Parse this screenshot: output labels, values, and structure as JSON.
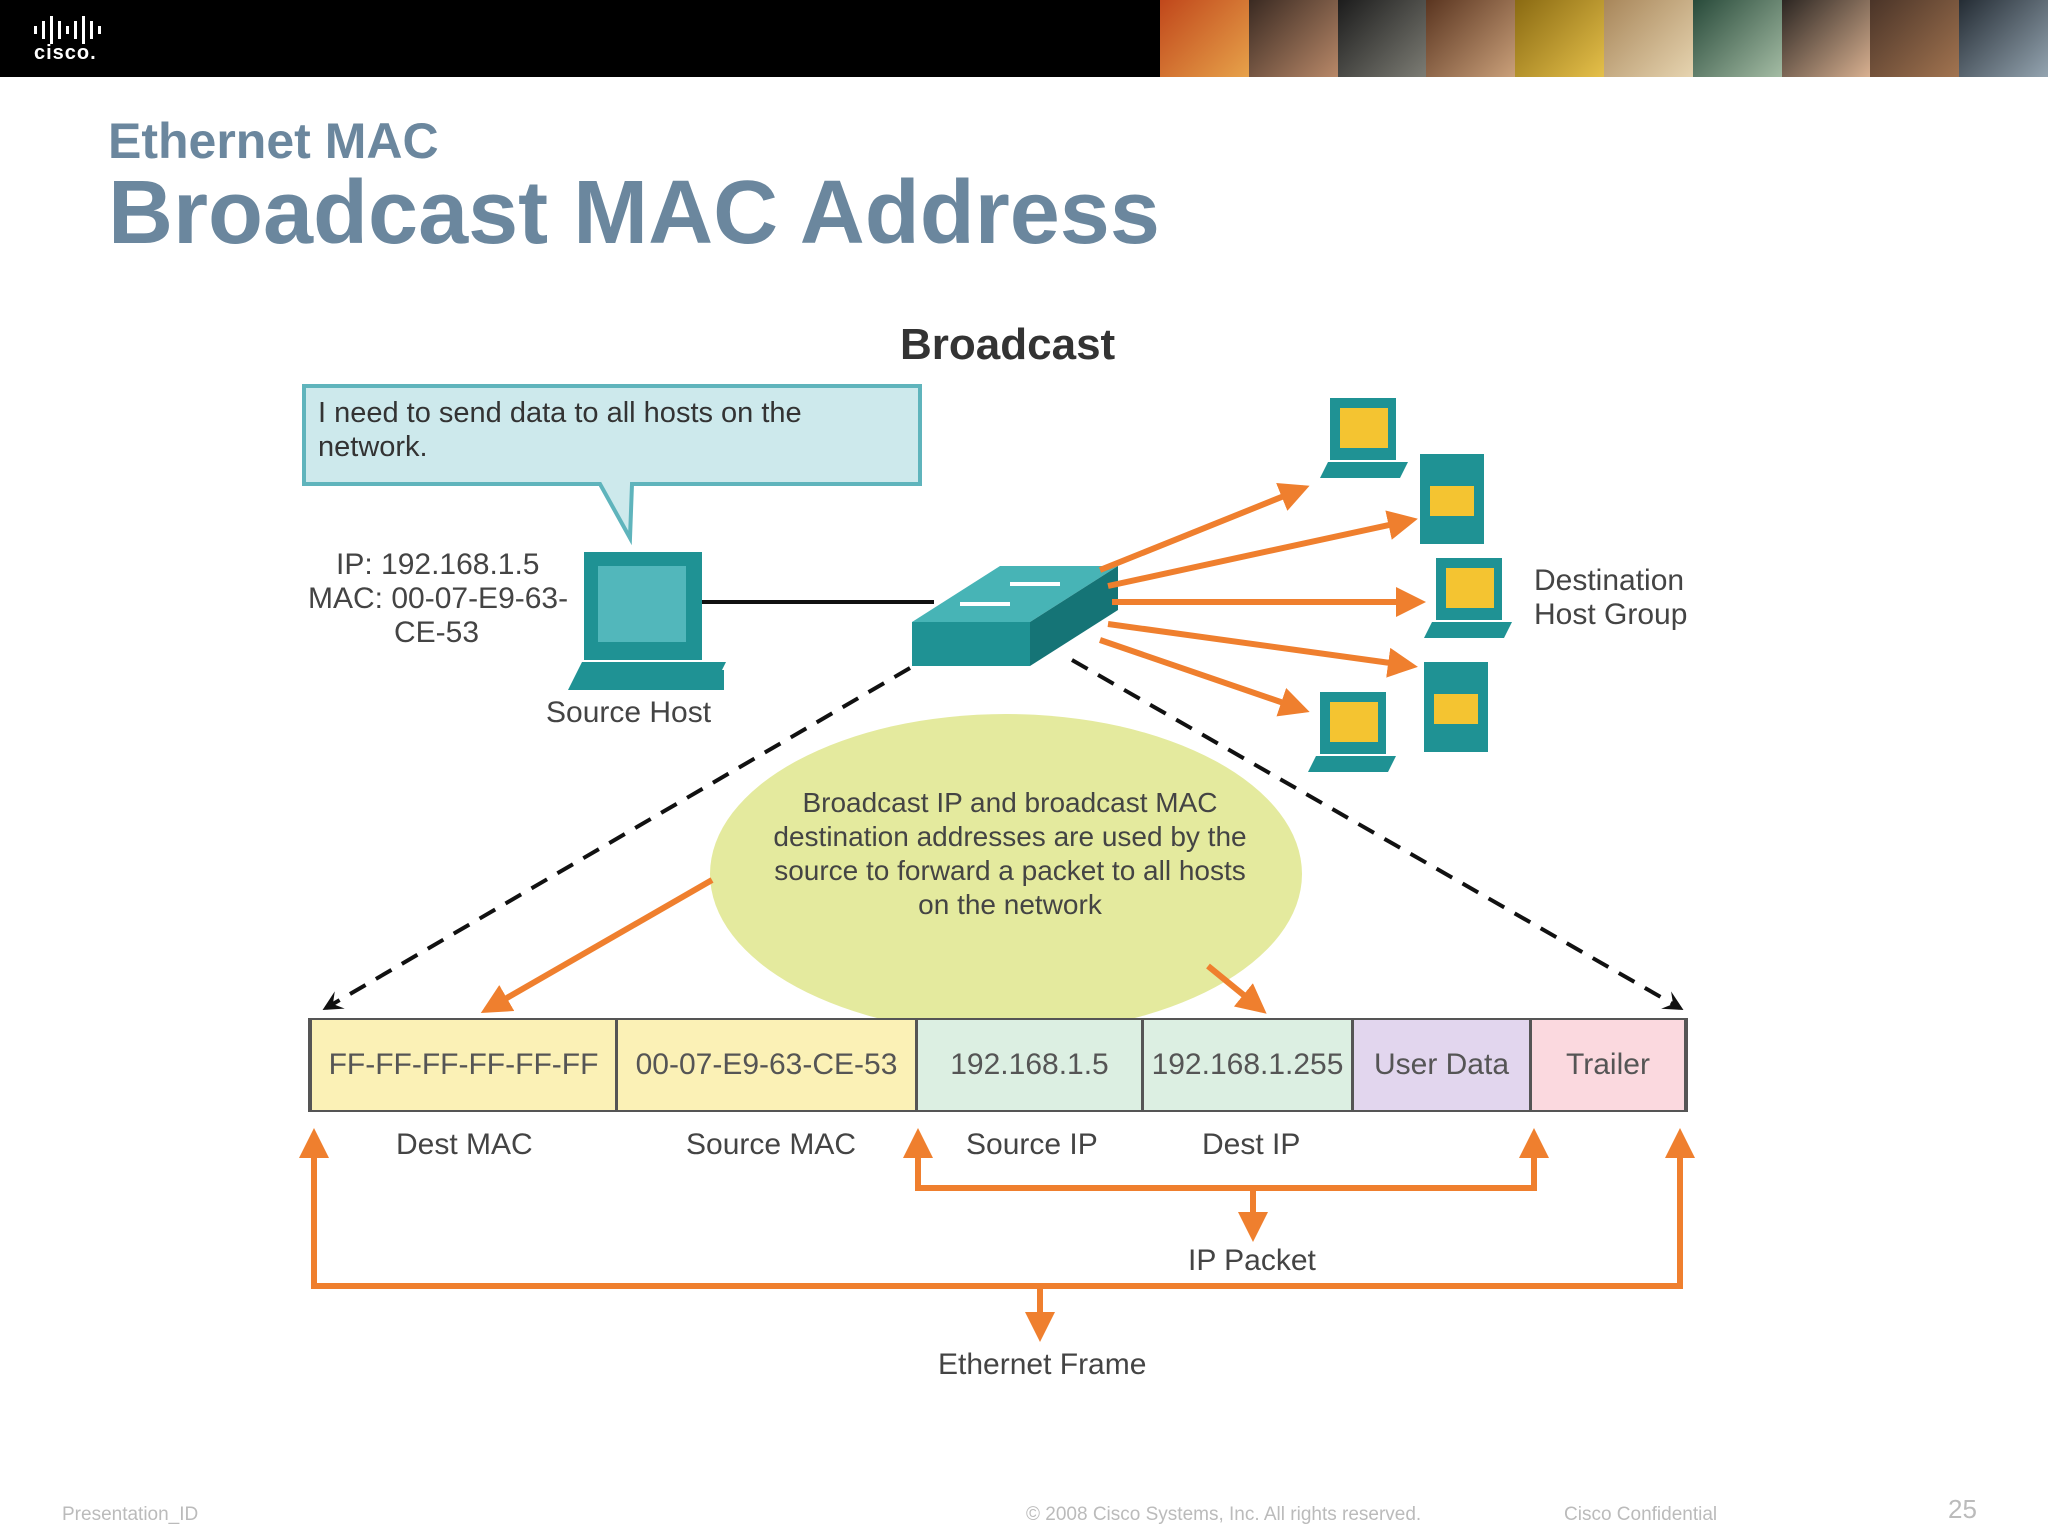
{
  "header": {
    "logo_text": "cisco."
  },
  "slide": {
    "subtitle": "Ethernet MAC",
    "title": "Broadcast MAC Address"
  },
  "diagram": {
    "heading": "Broadcast",
    "bubble_text": "I need to send data to all hosts on the network.",
    "source_ip": "IP: 192.168.1.5",
    "source_mac_line1": "MAC: 00-07-E9-63-",
    "source_mac_line2": "CE-53",
    "source_label": "Source Host",
    "dest_label_line1": "Destination",
    "dest_label_line2": "Host Group",
    "ellipse_text": "Broadcast IP and broadcast MAC destination addresses are used by the source to forward a packet to all hosts on the network",
    "frame_fields": [
      {
        "value": "FF-FF-FF-FF-FF-FF",
        "color": "#fbf1b6"
      },
      {
        "value": "00-07-E9-63-CE-53",
        "color": "#fbf1b6"
      },
      {
        "value": "192.168.1.5",
        "color": "#dcefe2"
      },
      {
        "value": "192.168.1.255",
        "color": "#dcefe2"
      },
      {
        "value": "User Data",
        "color": "#e2d6ee"
      },
      {
        "value": "Trailer",
        "color": "#fbd9df"
      }
    ],
    "field_labels": {
      "dest_mac": "Dest MAC",
      "source_mac": "Source MAC",
      "source_ip": "Source IP",
      "dest_ip": "Dest IP"
    },
    "ip_packet_label": "IP Packet",
    "ethernet_frame_label": "Ethernet Frame",
    "colors": {
      "arrow": "#ef7f2e",
      "device": "#1f9294",
      "screen": "#f4c431",
      "ellipse": "#e4ea9e",
      "bubble": "#cde9ec",
      "title": "#6b879e"
    }
  },
  "footer": {
    "presentation_id": "Presentation_ID",
    "copyright": "© 2008 Cisco Systems, Inc. All rights reserved.",
    "confidential": "Cisco Confidential",
    "page_number": "25"
  }
}
